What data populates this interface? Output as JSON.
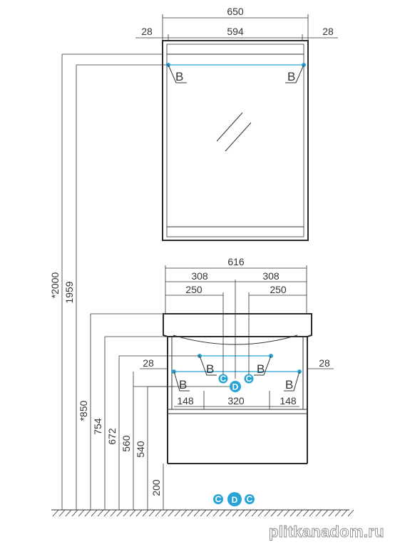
{
  "colors": {
    "line": "#333333",
    "accent": "#29a3d6",
    "floor": "#333333",
    "watermark_stroke": "#8a8a8a"
  },
  "mirror": {
    "width_total": "650",
    "width_inner": "594",
    "side_left": "28",
    "side_right": "28",
    "mount_left": "B",
    "mount_right": "B"
  },
  "cabinet": {
    "width_total": "616",
    "half_left": "308",
    "half_right": "308",
    "offset_left": "250",
    "offset_right": "250",
    "side_left": "28",
    "side_right": "28",
    "mount_upper_left": "B",
    "mount_upper_right": "B",
    "mount_lower_left": "B",
    "mount_lower_right": "B",
    "span_left": "148",
    "span_center": "320",
    "span_right": "148"
  },
  "connections": {
    "cold": "C",
    "drain": "D",
    "hot": "C"
  },
  "legend": {
    "cold": "C",
    "drain": "D",
    "hot": "C"
  },
  "heights": [
    "*2000",
    "1959",
    "*850",
    "754",
    "672",
    "560",
    "540",
    "200"
  ],
  "watermark": "plitkanadom.ru"
}
